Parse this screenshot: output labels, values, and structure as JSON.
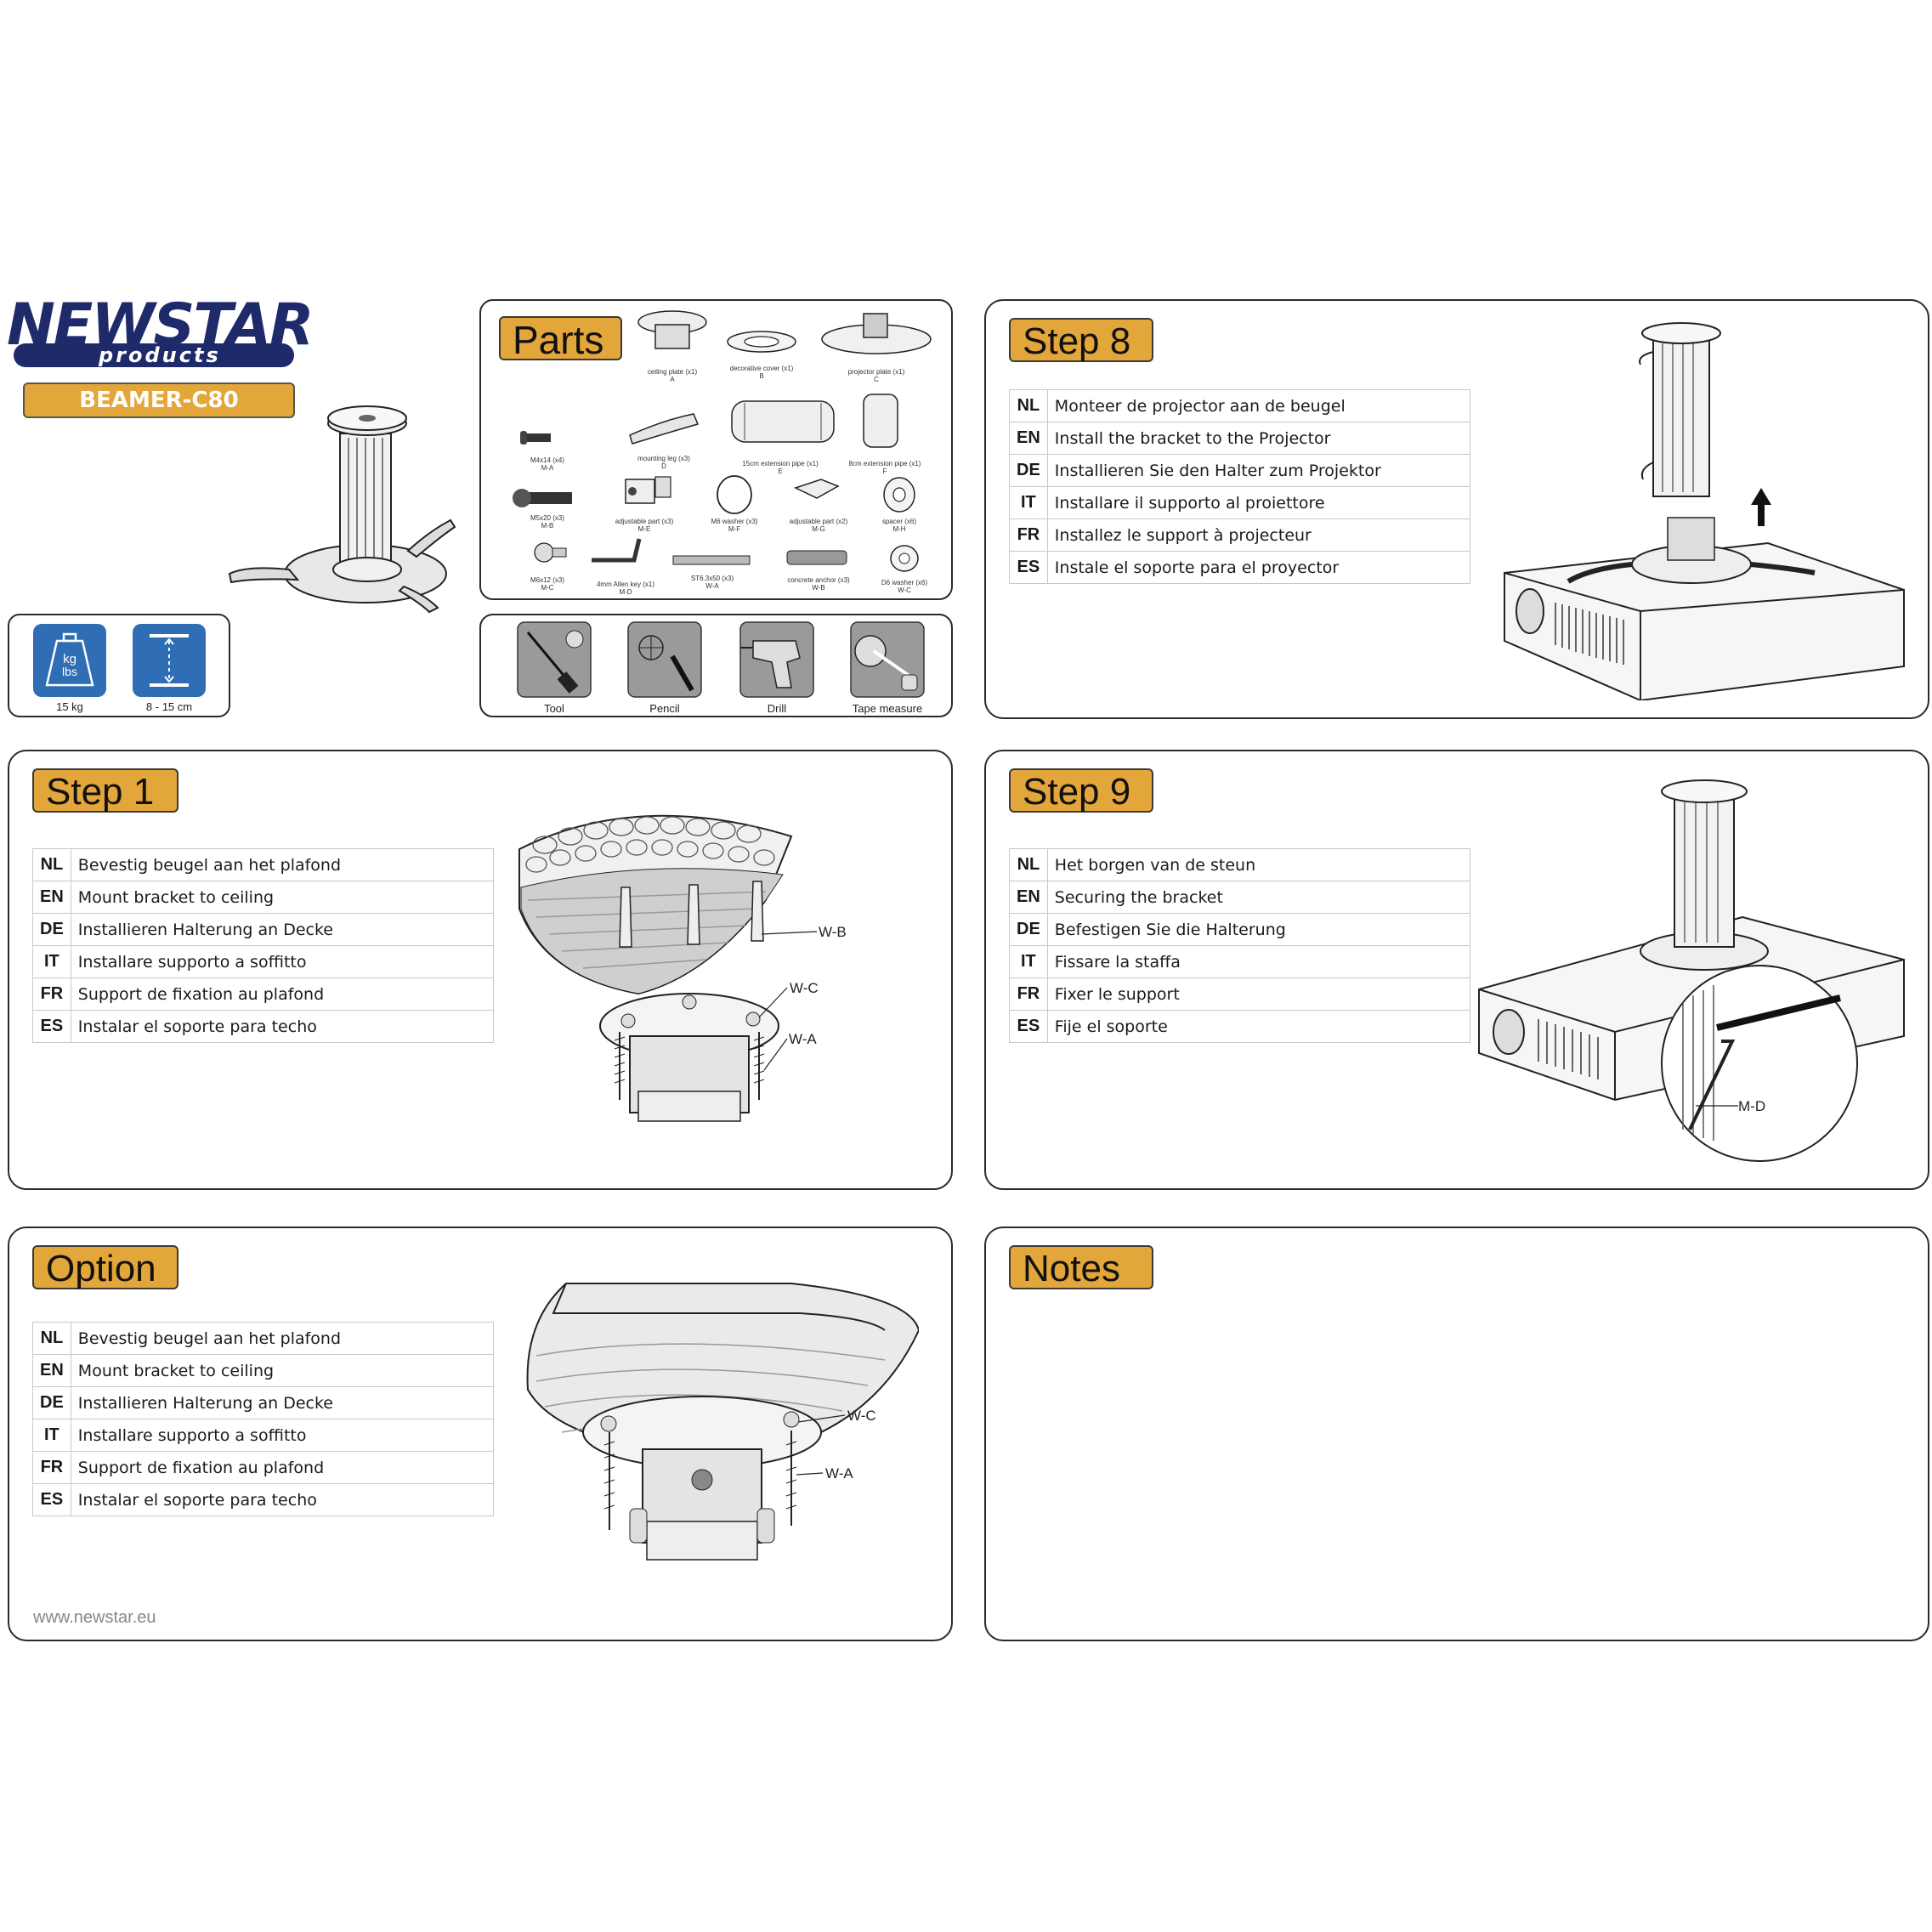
{
  "brand": {
    "logo_main": "NEWSTAR",
    "logo_sub": "products",
    "model": "BEAMER-C80"
  },
  "specs": {
    "weight_icon_top": "kg",
    "weight_icon_bottom": "lbs",
    "weight": "15 kg",
    "distance": "8 - 15 cm"
  },
  "parts": {
    "title": "Parts",
    "items": [
      {
        "label": "ceiling plate (x1)",
        "code": "A"
      },
      {
        "label": "decorative cover (x1)",
        "code": "B"
      },
      {
        "label": "projector plate (x1)",
        "code": "C"
      },
      {
        "label": "M4x14 (x4)",
        "code": "M-A"
      },
      {
        "label": "mounting leg (x3)",
        "code": "D"
      },
      {
        "label": "15cm extension pipe (x1)",
        "code": "E"
      },
      {
        "label": "8cm extension pipe (x1)",
        "code": "F"
      },
      {
        "label": "M5x20 (x3)",
        "code": "M-B"
      },
      {
        "label": "adjustable part (x3)",
        "code": "M-E"
      },
      {
        "label": "M6 washer (x3)",
        "code": "M-F"
      },
      {
        "label": "adjustable part (x2)",
        "code": "M-G"
      },
      {
        "label": "spacer (x6)",
        "code": "M-H"
      },
      {
        "label": "M6x12 (x3)",
        "code": "M-C"
      },
      {
        "label": "4mm Allen key (x1)",
        "code": "M-D"
      },
      {
        "label": "ST6.3x50 (x3)",
        "code": "W-A"
      },
      {
        "label": "concrete anchor (x3)",
        "code": "W-B"
      },
      {
        "label": "D6 washer (x6)",
        "code": "W-C"
      }
    ]
  },
  "tools": {
    "items": [
      "Tool",
      "Pencil",
      "Drill",
      "Tape measure"
    ]
  },
  "step8": {
    "title": "Step 8",
    "rows": [
      {
        "code": "NL",
        "text": "Monteer de projector aan de beugel"
      },
      {
        "code": "EN",
        "text": "Install the bracket to the Projector"
      },
      {
        "code": "DE",
        "text": "Installieren Sie den Halter zum Projektor"
      },
      {
        "code": "IT",
        "text": "Installare il supporto al proiettore"
      },
      {
        "code": "FR",
        "text": "Installez le support à projecteur"
      },
      {
        "code": "ES",
        "text": "Instale el soporte para el proyector"
      }
    ]
  },
  "step1": {
    "title": "Step 1",
    "rows": [
      {
        "code": "NL",
        "text": "Bevestig beugel aan het plafond"
      },
      {
        "code": "EN",
        "text": "Mount bracket to ceiling"
      },
      {
        "code": "DE",
        "text": "Installieren Halterung an Decke"
      },
      {
        "code": "IT",
        "text": "Installare supporto a soffitto"
      },
      {
        "code": "FR",
        "text": "Support de fixation au plafond"
      },
      {
        "code": "ES",
        "text": "Instalar el soporte para techo"
      }
    ],
    "callouts": [
      "W-B",
      "W-C",
      "W-A"
    ]
  },
  "step9": {
    "title": "Step 9",
    "rows": [
      {
        "code": "NL",
        "text": "Het borgen van de steun"
      },
      {
        "code": "EN",
        "text": "Securing the bracket"
      },
      {
        "code": "DE",
        "text": "Befestigen Sie die Halterung"
      },
      {
        "code": "IT",
        "text": "Fissare la staffa"
      },
      {
        "code": "FR",
        "text": "Fixer le support"
      },
      {
        "code": "ES",
        "text": "Fije el soporte"
      }
    ],
    "callouts": [
      "M-D"
    ]
  },
  "option": {
    "title": "Option",
    "rows": [
      {
        "code": "NL",
        "text": "Bevestig beugel aan het plafond"
      },
      {
        "code": "EN",
        "text": "Mount bracket to ceiling"
      },
      {
        "code": "DE",
        "text": "Installieren Halterung an Decke"
      },
      {
        "code": "IT",
        "text": "Installare supporto a soffitto"
      },
      {
        "code": "FR",
        "text": "Support de fixation au plafond"
      },
      {
        "code": "ES",
        "text": "Instalar el soporte para techo"
      }
    ],
    "callouts": [
      "W-C",
      "W-A"
    ]
  },
  "notes": {
    "title": "Notes"
  },
  "footer": {
    "url": "www.newstar.eu"
  },
  "colors": {
    "accent": "#e3a63a",
    "icon_blue": "#2f6db5",
    "logo_navy": "#1f2a6b"
  }
}
